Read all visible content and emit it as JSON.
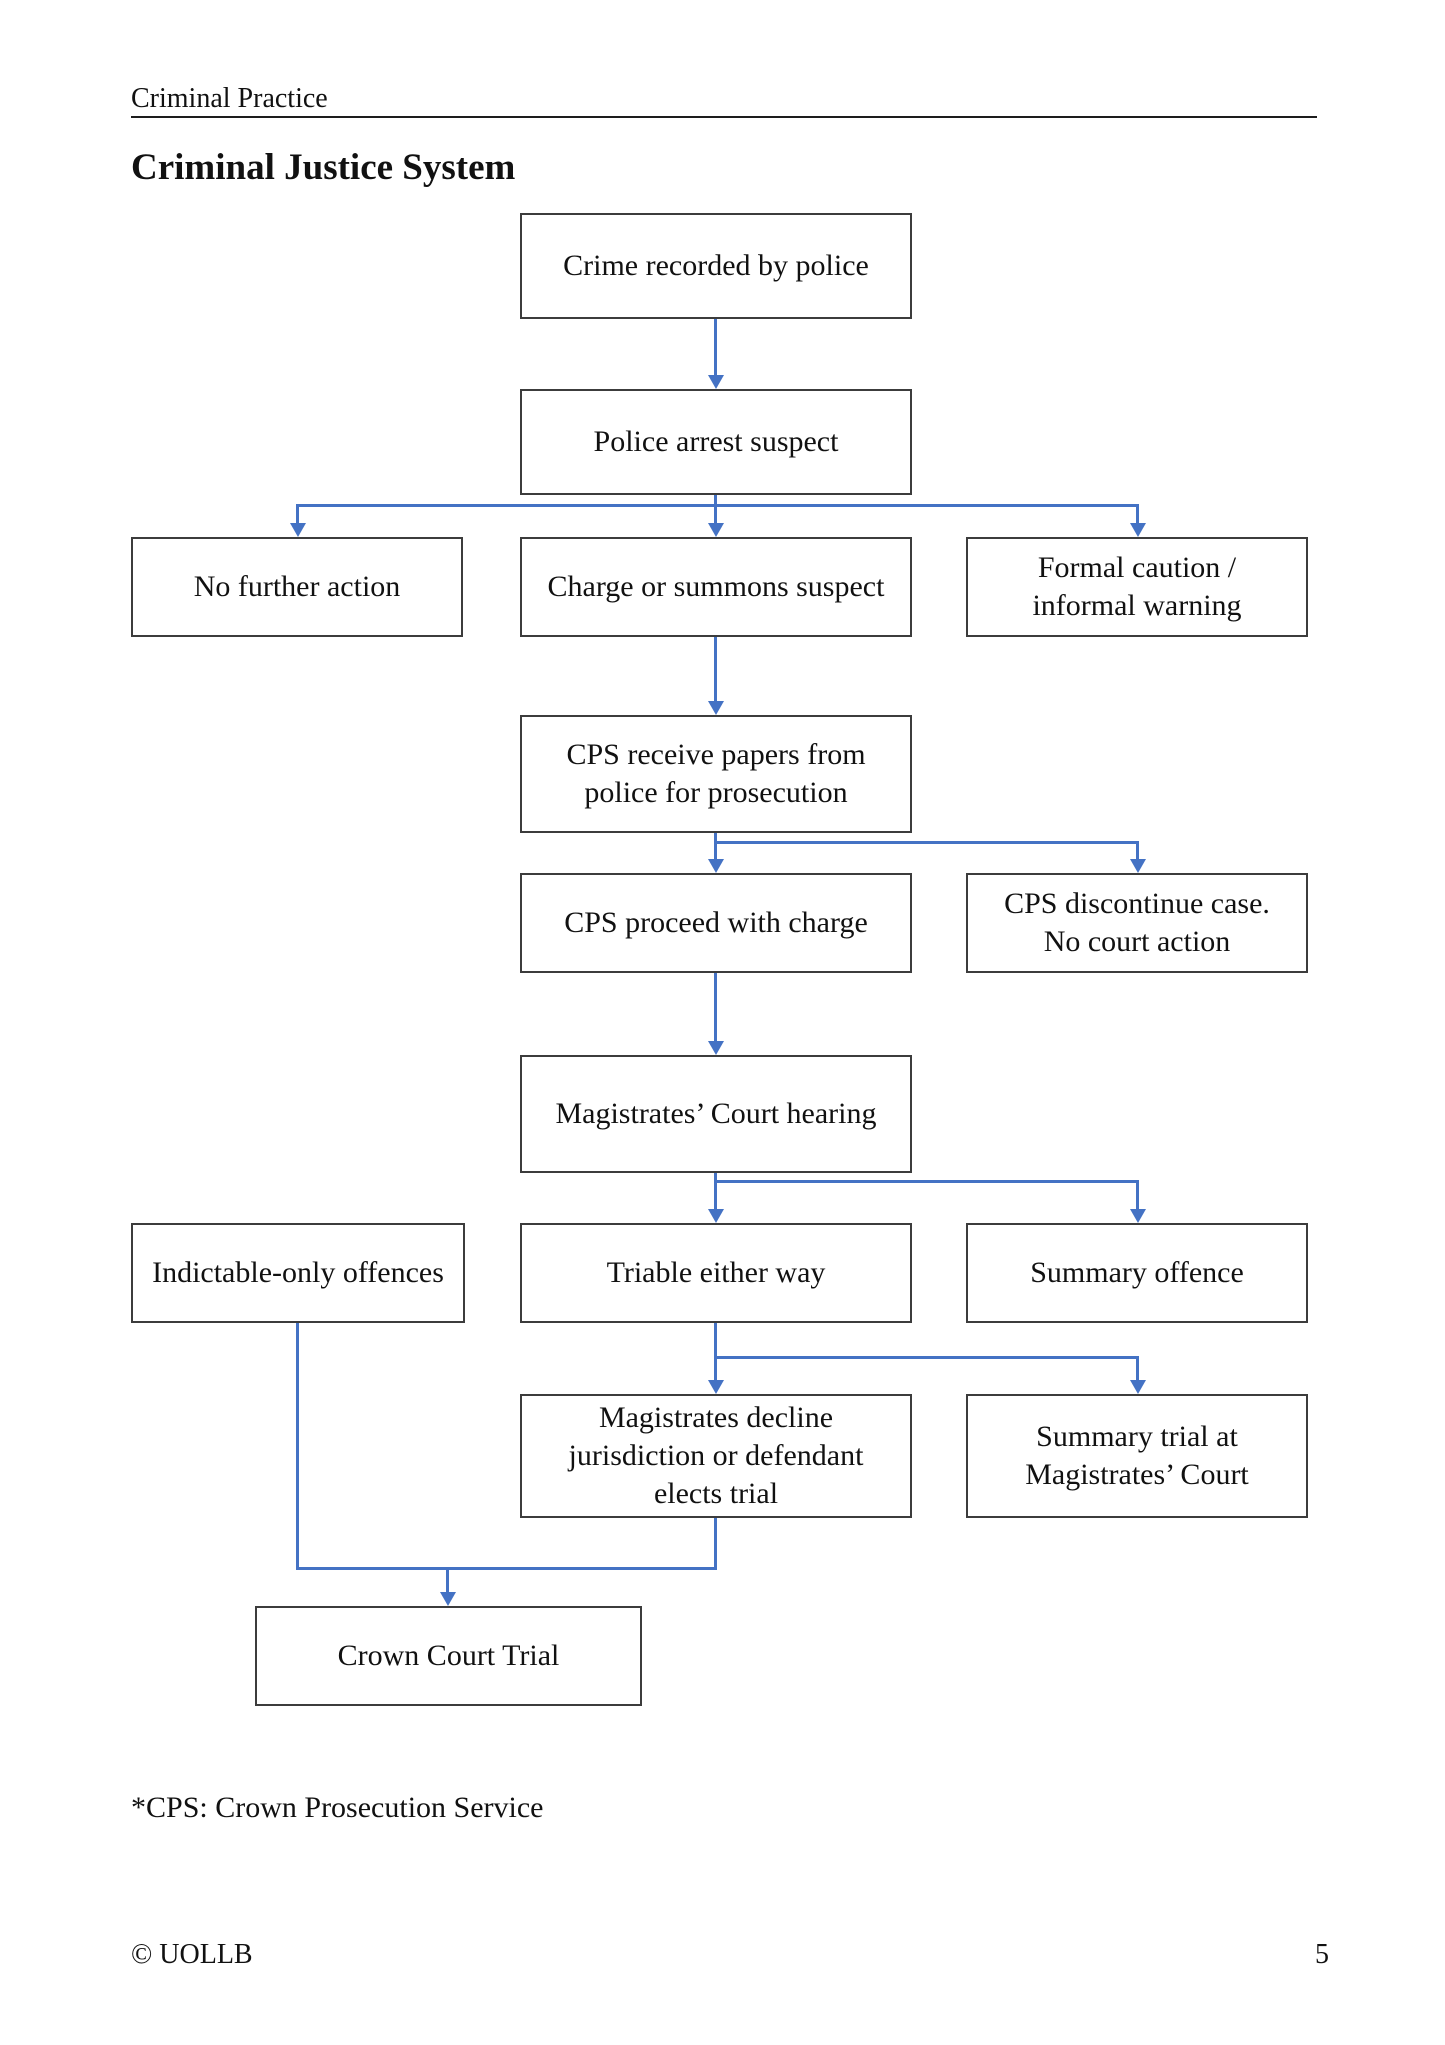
{
  "page": {
    "running_head": "Criminal Practice",
    "title": "Criminal Justice System",
    "footnote": "*CPS: Crown Prosecution Service",
    "footer_left": "© UOLLB",
    "page_number": "5"
  },
  "theme": {
    "arrow_color": "#4472C4",
    "box_border_color": "#3c3c3c",
    "background": "#ffffff"
  },
  "flowchart": {
    "nodes": [
      {
        "id": "crime",
        "label": "Crime recorded by police"
      },
      {
        "id": "arrest",
        "label": "Police arrest suspect"
      },
      {
        "id": "nfa",
        "label": "No further action"
      },
      {
        "id": "charge",
        "label": "Charge or summons suspect"
      },
      {
        "id": "caution",
        "label": "Formal caution /\ninformal warning"
      },
      {
        "id": "cps_receive",
        "label": "CPS receive papers from\npolice for prosecution"
      },
      {
        "id": "cps_proceed",
        "label": "CPS proceed with charge"
      },
      {
        "id": "cps_discontinue",
        "label": "CPS discontinue case.\nNo court action"
      },
      {
        "id": "hearing",
        "label": "Magistrates’ Court hearing"
      },
      {
        "id": "indictable",
        "label": "Indictable-only offences"
      },
      {
        "id": "either_way",
        "label": "Triable either way"
      },
      {
        "id": "summary",
        "label": "Summary offence"
      },
      {
        "id": "decline",
        "label": "Magistrates decline\njurisdiction or defendant\nelects trial"
      },
      {
        "id": "summary_trial",
        "label": "Summary trial at\nMagistrates’ Court"
      },
      {
        "id": "crown",
        "label": "Crown Court Trial"
      }
    ],
    "edges": [
      {
        "from": "crime",
        "to": "arrest"
      },
      {
        "from": "arrest",
        "to": "nfa"
      },
      {
        "from": "arrest",
        "to": "charge"
      },
      {
        "from": "arrest",
        "to": "caution"
      },
      {
        "from": "charge",
        "to": "cps_receive"
      },
      {
        "from": "cps_receive",
        "to": "cps_proceed"
      },
      {
        "from": "cps_receive",
        "to": "cps_discontinue"
      },
      {
        "from": "cps_proceed",
        "to": "hearing"
      },
      {
        "from": "hearing",
        "to": "either_way"
      },
      {
        "from": "hearing",
        "to": "summary"
      },
      {
        "from": "either_way",
        "to": "decline"
      },
      {
        "from": "either_way",
        "to": "summary_trial"
      },
      {
        "from": "indictable",
        "to": "crown"
      },
      {
        "from": "decline",
        "to": "crown"
      }
    ]
  }
}
